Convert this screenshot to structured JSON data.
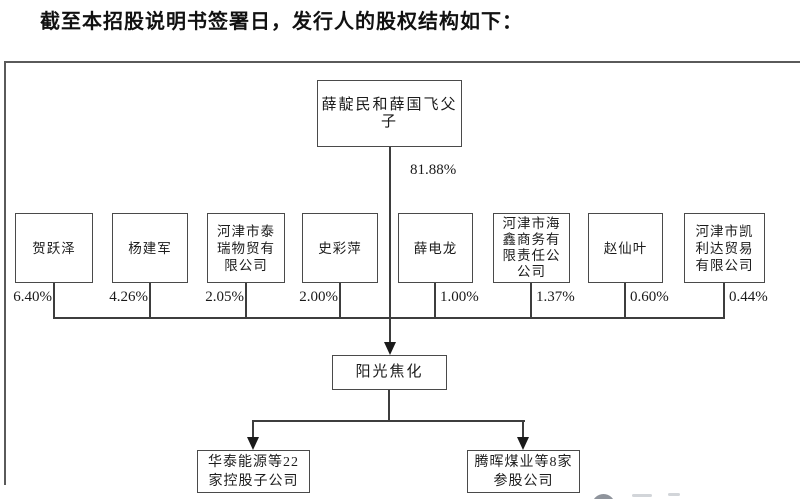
{
  "page": {
    "title": "截至本招股说明书签署日，发行人的股权结构如下："
  },
  "chart": {
    "type": "org-chart-equity-structure",
    "controller": {
      "name": "薛靛民和薛国飞父子",
      "pct": "81.88%"
    },
    "issuer": {
      "name": "阳光焦化"
    },
    "shareholders": [
      {
        "name": "贺跃泽",
        "pct": "6.40%"
      },
      {
        "name": "杨建军",
        "pct": "4.26%"
      },
      {
        "name": "河津市泰\n瑞物贸有\n限公司",
        "pct": "2.05%"
      },
      {
        "name": "史彩萍",
        "pct": "2.00%"
      },
      {
        "name": "薛电龙",
        "pct": "1.00%"
      },
      {
        "name": "河津市海\n鑫商务有\n限责任公\n公司",
        "pct": "1.37%"
      },
      {
        "name": "赵仙叶",
        "pct": "0.60%"
      },
      {
        "name": "河津市凯\n利达贸易\n有限公司",
        "pct": "0.44%"
      }
    ],
    "subsidiaries": [
      {
        "name": "华泰能源等22\n家控股子公司"
      },
      {
        "name": "腾晖煤业等8家\n参股公司"
      }
    ]
  },
  "colors": {
    "line": "#3d3d3d",
    "box_border": "#4a4a4a",
    "frame": "#5a5a5a",
    "text": "#1c1c1c",
    "watermark_gray": "#8f949c"
  }
}
